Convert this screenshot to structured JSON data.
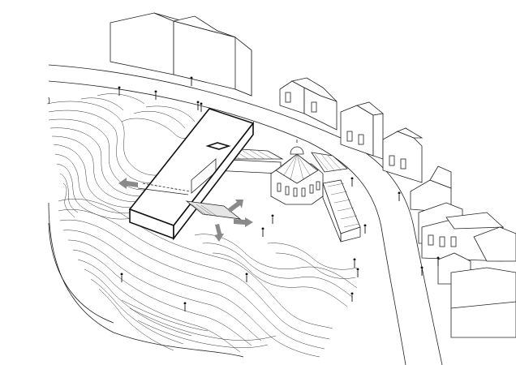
{
  "diagram": {
    "kind": "axonometric site drawing",
    "colors": {
      "line": "#222222",
      "background": "#ffffff",
      "arrow": "#8a8a8a",
      "new_volume_outline": "#111111"
    },
    "elements": {
      "new_building": "new-building-volume",
      "historic_building": "domed-historic-building",
      "road": "curved-road",
      "terrain": "contour-lines",
      "neighbours": "neighbouring-houses",
      "arrows": "circulation-arrows",
      "people": "human-figures"
    }
  }
}
